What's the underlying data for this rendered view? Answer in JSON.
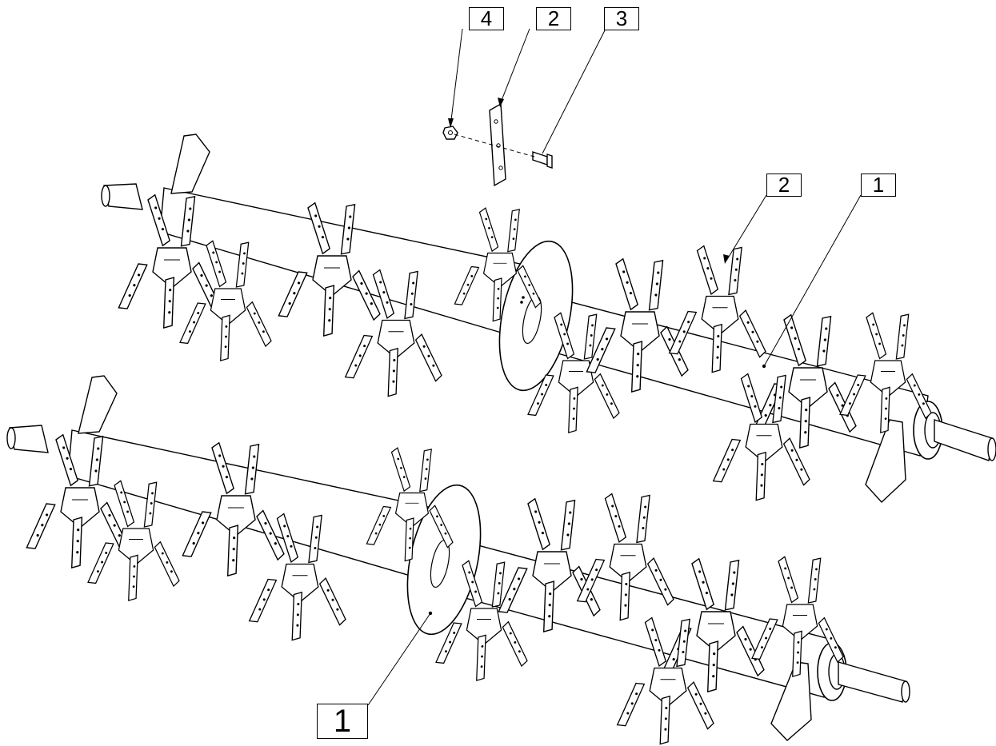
{
  "callouts": {
    "top_4": "4",
    "top_2": "2",
    "top_3": "3",
    "mid_2": "2",
    "mid_1": "1",
    "bottom_1": "1"
  },
  "colors": {
    "line": "#000000",
    "fill": "#ffffff",
    "hidden": "#ffffff"
  },
  "parts": [
    "rotor-shaft",
    "flail-knife",
    "bolt",
    "nut",
    "separator-disc"
  ]
}
